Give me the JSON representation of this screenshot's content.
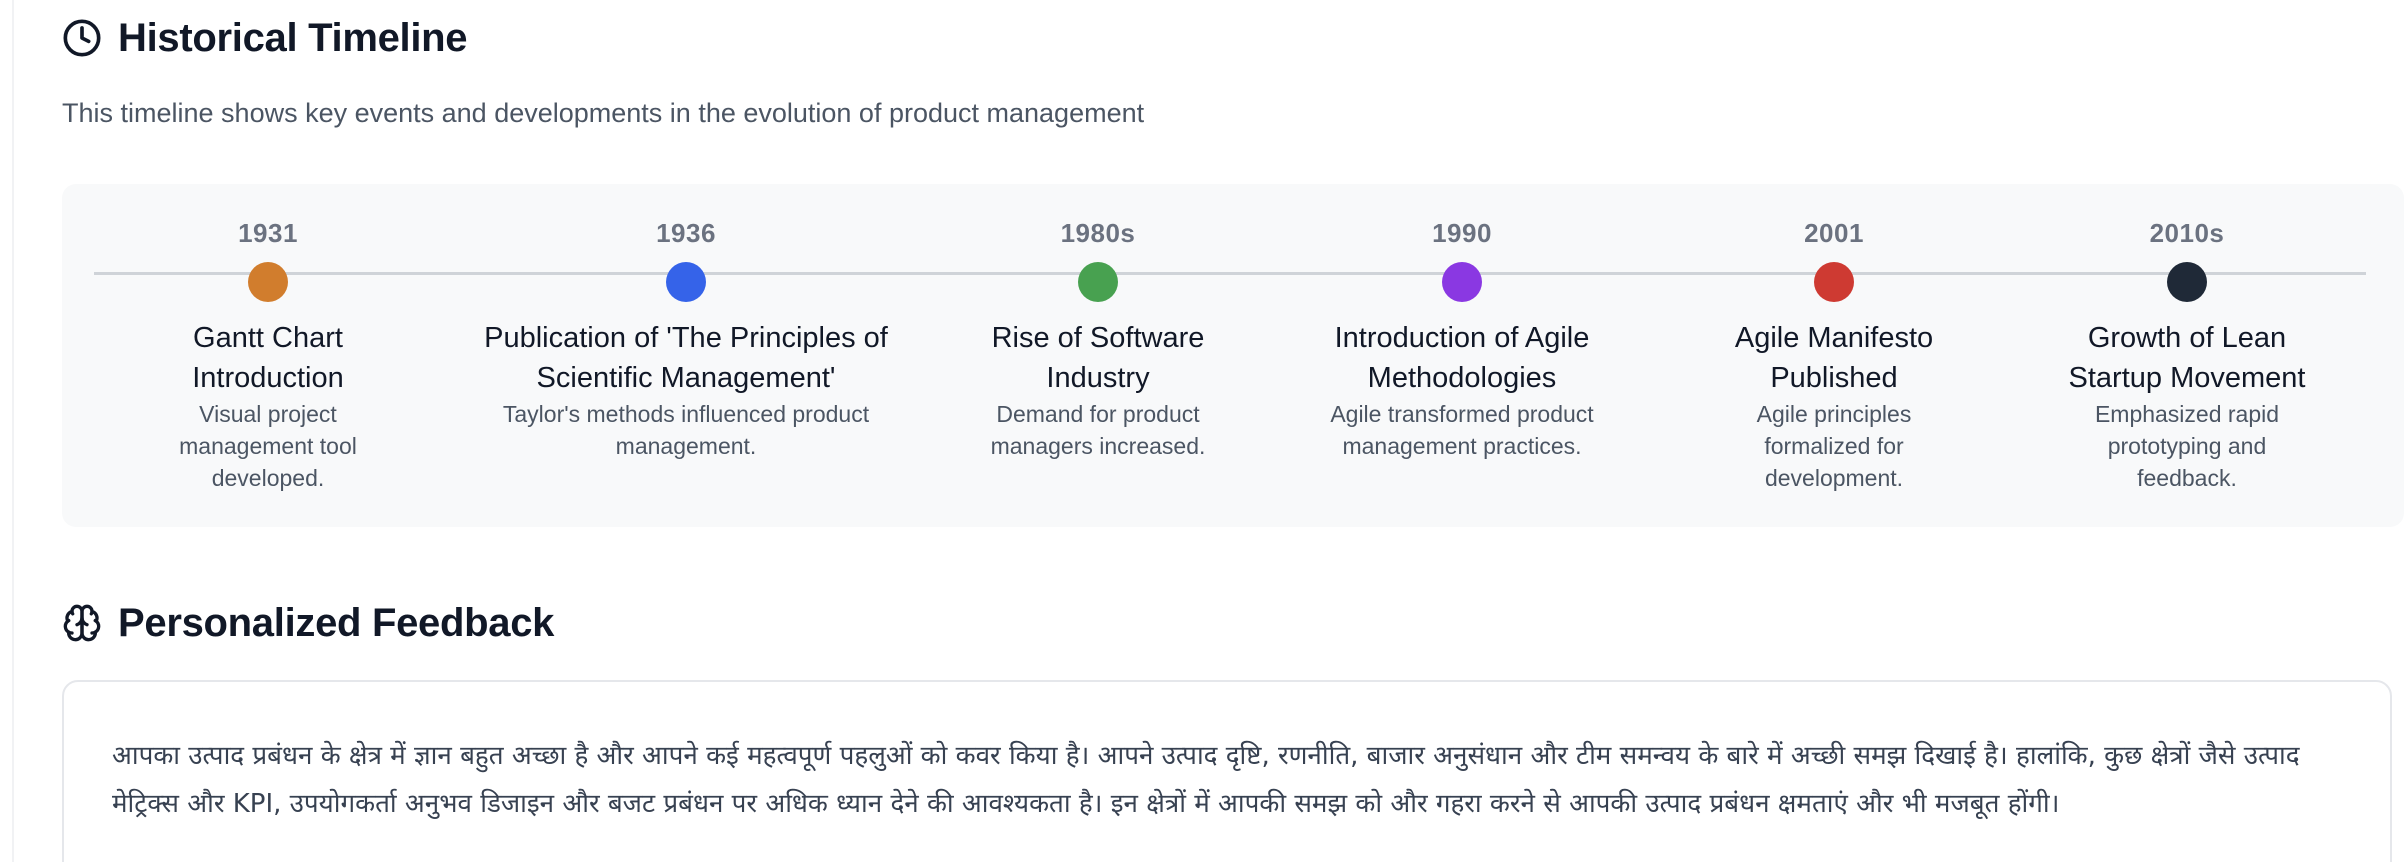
{
  "timeline": {
    "title": "Historical Timeline",
    "icon": "clock-icon",
    "subtitle": "This timeline shows key events and developments in the evolution of product management",
    "events": [
      {
        "year": "1931",
        "title": "Gantt Chart Introduction",
        "description": "Visual project management tool developed.",
        "color": "#d17d2d"
      },
      {
        "year": "1936",
        "title": "Publication of 'The Principles of Scientific Management'",
        "description": "Taylor's methods influenced product management.",
        "color": "#3563e9"
      },
      {
        "year": "1980s",
        "title": "Rise of Software Industry",
        "description": "Demand for product managers increased.",
        "color": "#48a150"
      },
      {
        "year": "1990",
        "title": "Introduction of Agile Methodologies",
        "description": "Agile transformed product management practices.",
        "color": "#8a38e2"
      },
      {
        "year": "2001",
        "title": "Agile Manifesto Published",
        "description": "Agile principles formalized for development.",
        "color": "#ce3a32"
      },
      {
        "year": "2010s",
        "title": "Growth of Lean Startup Movement",
        "description": "Emphasized rapid prototyping and feedback.",
        "color": "#1f2937"
      }
    ]
  },
  "feedback": {
    "title": "Personalized Feedback",
    "icon": "brain-icon",
    "text": "आपका उत्पाद प्रबंधन के क्षेत्र में ज्ञान बहुत अच्छा है और आपने कई महत्वपूर्ण पहलुओं को कवर किया है। आपने उत्पाद दृष्टि, रणनीति, बाजार अनुसंधान और टीम समन्वय के बारे में अच्छी समझ दिखाई है। हालांकि, कुछ क्षेत्रों जैसे उत्पाद मेट्रिक्स और KPI, उपयोगकर्ता अनुभव डिजाइन और बजट प्रबंधन पर अधिक ध्यान देने की आवश्यकता है। इन क्षेत्रों में आपकी समझ को और गहरा करने से आपकी उत्पाद प्रबंधन क्षमताएं और भी मजबूत होंगी।"
  }
}
